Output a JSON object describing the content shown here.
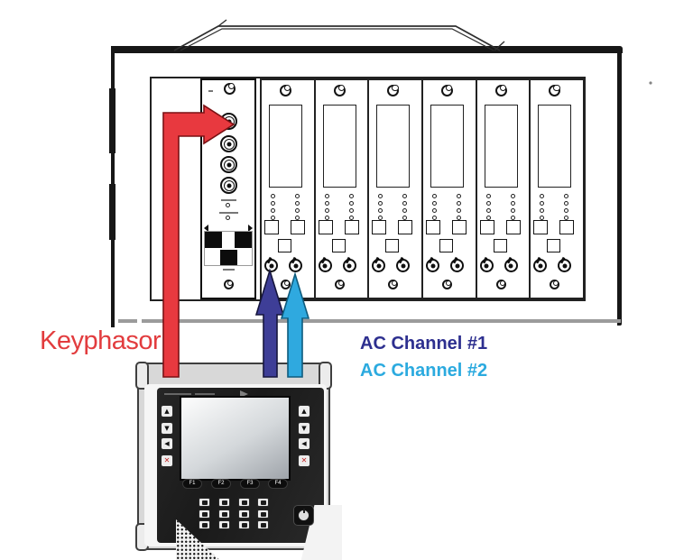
{
  "diagram": {
    "labels": {
      "keyphasor": "Keyphasor",
      "ac_channel_1": "AC Channel #1",
      "ac_channel_2": "AC Channel #2"
    },
    "colors": {
      "keyphasor_text": "#e23c3e",
      "ac1_text": "#2d2f8f",
      "ac2_text": "#2baadf",
      "red_arrow": "#e8393f",
      "red_arrow_outline": "#7a1013",
      "dark_blue_arrow": "#3e3e97",
      "dark_blue_arrow_outline": "#16163d",
      "light_blue_arrow": "#2fa9df",
      "light_blue_arrow_outline": "#0e5b7d"
    },
    "rack": {
      "channel_module_count": 6,
      "bnc_connector_count": 4,
      "leds_per_column": 4
    },
    "device": {
      "side_button_glyphs": [
        "▲",
        "▼",
        "◀",
        "✕"
      ],
      "function_keys": [
        "F1",
        "F2",
        "F3",
        "F4"
      ],
      "keypad": {
        "rows": 3,
        "cols": 4
      },
      "power_icon": "power-symbol"
    }
  }
}
